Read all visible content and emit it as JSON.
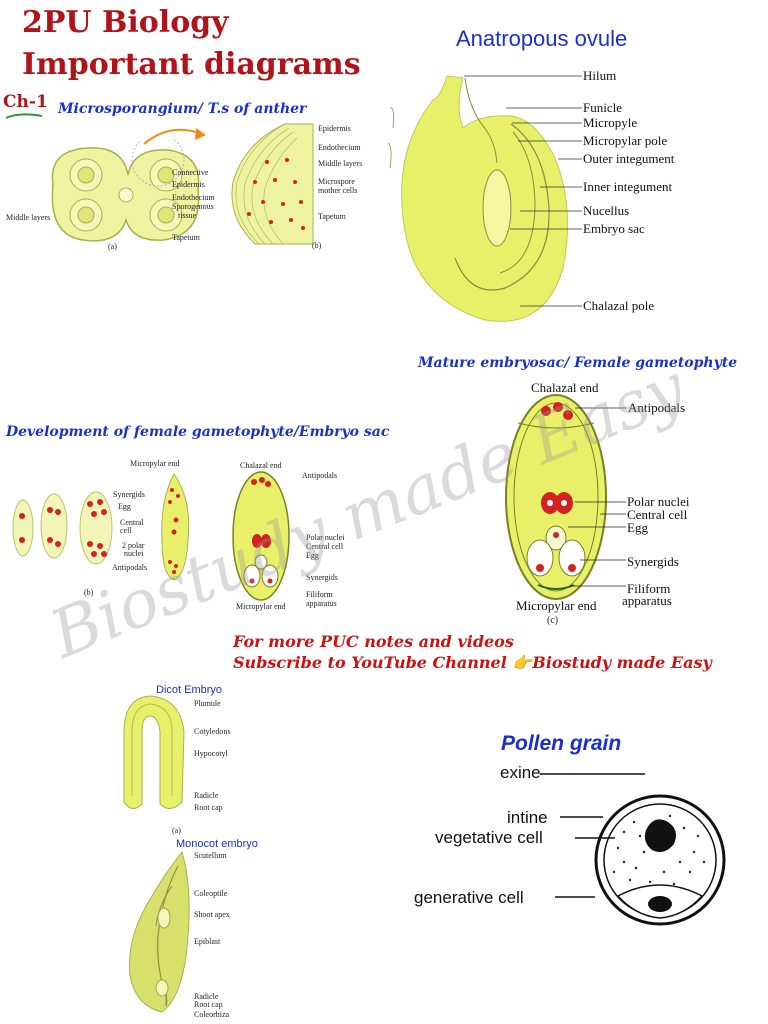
{
  "header": {
    "title_line1": "2PU Biology",
    "title_line2": "Important diagrams",
    "chapter": "Ch-1"
  },
  "watermark": "Biostudy made Easy",
  "microsporangium": {
    "heading": "Microsporangium/ T.s of anther",
    "labels": {
      "connective": "Connective",
      "epidermis_a": "Epidermis",
      "endothecium_a": "Endothecium",
      "sporogenous": "Sporogenous",
      "tissue": "tissue",
      "middle_layers_a": "Middle layers",
      "tapetum_a": "Tapetum",
      "fig_a": "(a)",
      "epidermis_b": "Epidermis",
      "endothecium_b": "Endothecium",
      "middle_layers_b": "Middle layers",
      "microspore": "Microspore",
      "mother_cells": "mother cells",
      "tapetum_b": "Tapetum",
      "fig_b": "(b)"
    }
  },
  "ovule": {
    "heading": "Anatropous ovule",
    "labels": [
      "Hilum",
      "Funicle",
      "Micropyle",
      "Micropylar pole",
      "Outer integument",
      "Inner integument",
      "Nucellus",
      "Embryo sac",
      "Chalazal pole"
    ]
  },
  "mature_embryosac": {
    "heading": "Mature embryosac/ Female gametophyte",
    "labels": {
      "chalazal_end": "Chalazal end",
      "antipodals": "Antipodals",
      "polar_nuclei": "Polar nuclei",
      "central_cell": "Central cell",
      "egg": "Egg",
      "synergids": "Synergids",
      "filiform": "Filiform",
      "apparatus": "apparatus",
      "micropylar_end": "Micropylar end",
      "fig_c": "(c)"
    }
  },
  "development": {
    "heading": "Development of female gametophyte/Embryo sac",
    "labels": {
      "micropylar_end_top": "Micropylar end",
      "synergids": "Synergids",
      "egg": "Egg",
      "central": "Central",
      "cell": "cell",
      "two_polar": "2 polar",
      "nuclei": "nuclei",
      "antipodals": "Antipodals",
      "fig_b": "(b)",
      "chalazal_end": "Chalazal end",
      "antipodals_r": "Antipodals",
      "polar_nuclei": "Polar nuclei",
      "central_cell": "Central cell",
      "egg_r": "Egg",
      "synergids_r": "Synergids",
      "filiform": "Filiform",
      "apparatus": "apparatus",
      "micropylar_end_bottom": "Micropylar end"
    }
  },
  "promo": {
    "line1": "For more PUC notes and videos",
    "line2": "Subscribe to YouTube Channel 👉Biostudy made Easy"
  },
  "dicot": {
    "heading": "Dicot Embryo",
    "labels": [
      "Plumule",
      "Cotyledons",
      "Hypocotyl",
      "Radicle",
      "Root cap"
    ],
    "fig": "(a)"
  },
  "monocot": {
    "heading": "Monocot embryo",
    "labels": [
      "Scutellum",
      "Coleoptile",
      "Shoot apex",
      "Epiblast",
      "Radicle",
      "Root cap",
      "Coleorhiza"
    ]
  },
  "pollen": {
    "heading": "Pollen grain",
    "labels": [
      "exine",
      "intine",
      "vegetative cell",
      "generative cell"
    ]
  },
  "colors": {
    "title_red": "#b0141a",
    "heading_blue": "#1a2fd0",
    "tissue_yellow": "#e8f06a",
    "nucleus_red": "#d42020"
  }
}
